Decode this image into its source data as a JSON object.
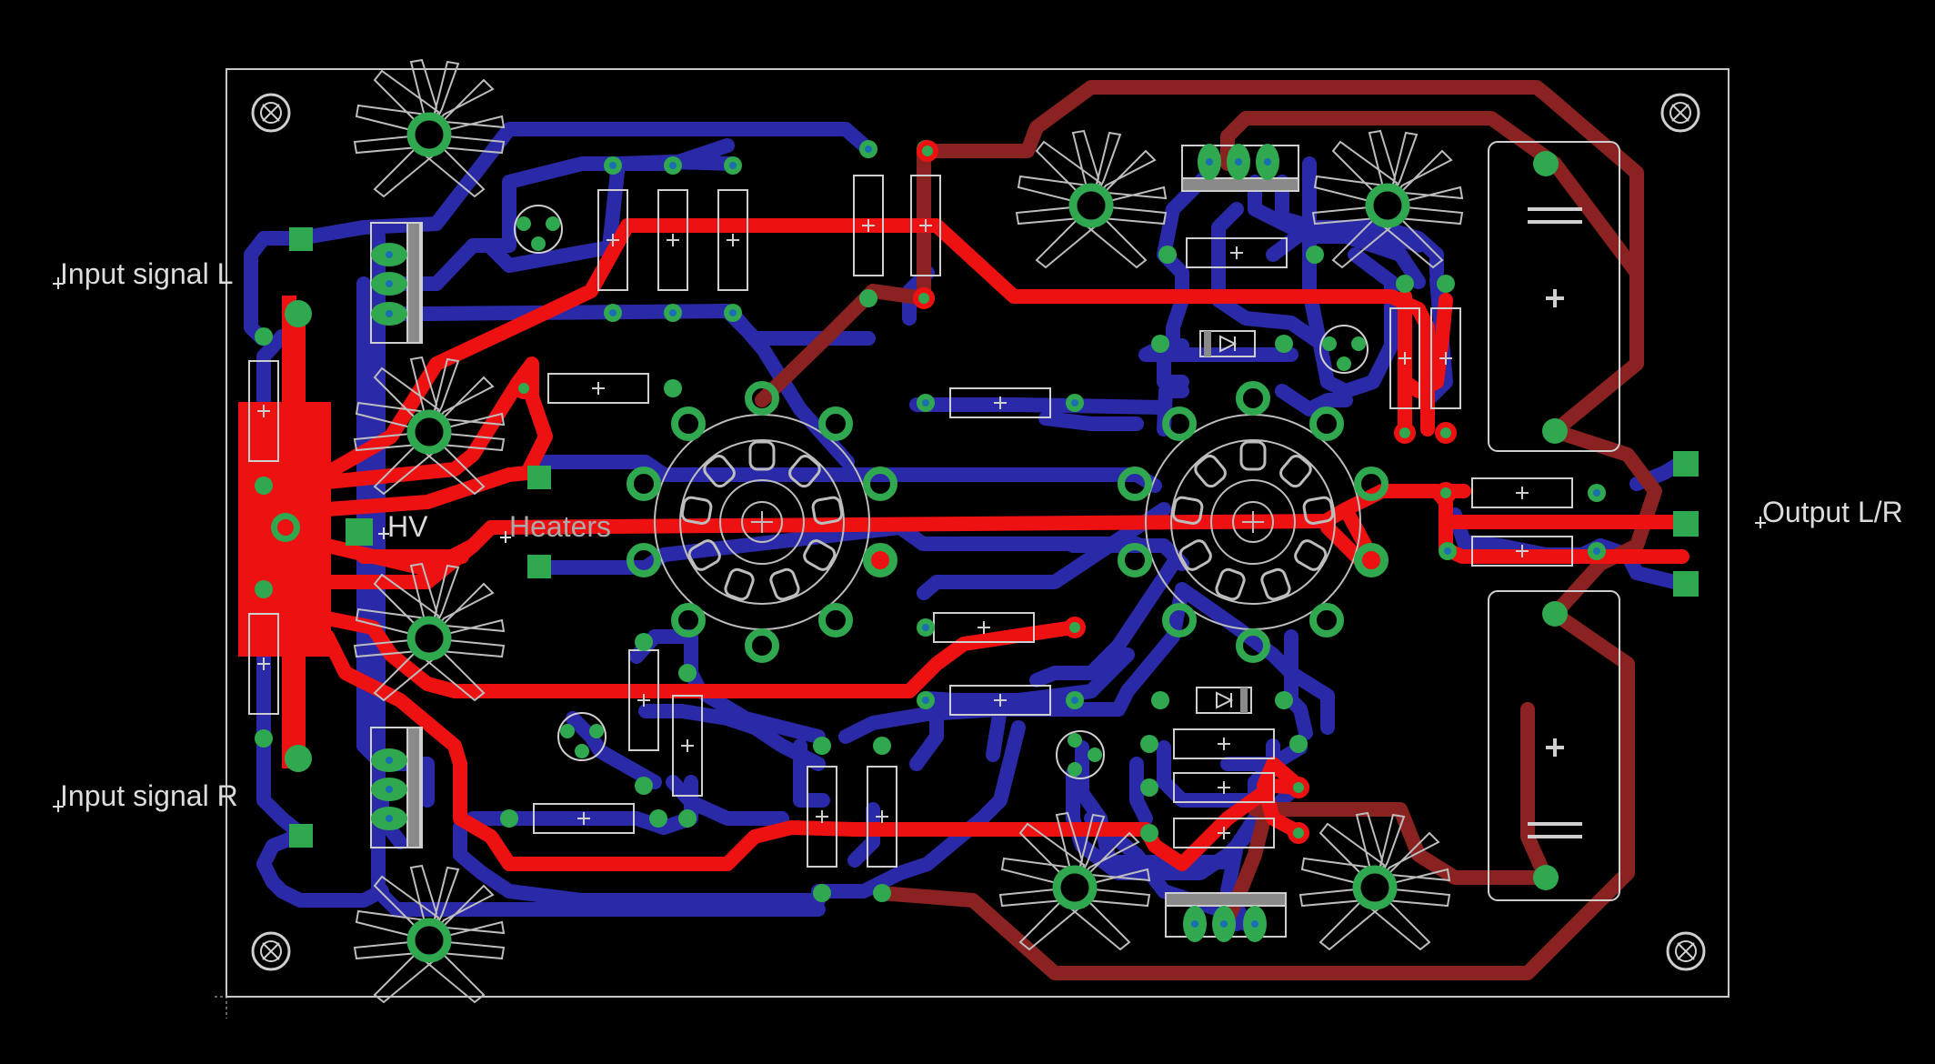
{
  "labels": {
    "input_l": "Input signal L",
    "input_r": "Input signal R",
    "hv": "HV",
    "heaters": "Heaters",
    "output": "Output L/R"
  },
  "colors": {
    "background": "#000000",
    "outline": "#c8c8c8",
    "top_trace": "#ee1111",
    "bottom_trace": "#2a2aa8",
    "dim_trace": "#8a2222",
    "pad": "#2fa84f",
    "via_hole": "#1a6fb0"
  },
  "icons": {
    "mounting_hole": "mounting-hole-icon",
    "tube_socket": "tube-socket-icon",
    "heatsink": "heatsink-icon",
    "diode": "diode-icon"
  }
}
